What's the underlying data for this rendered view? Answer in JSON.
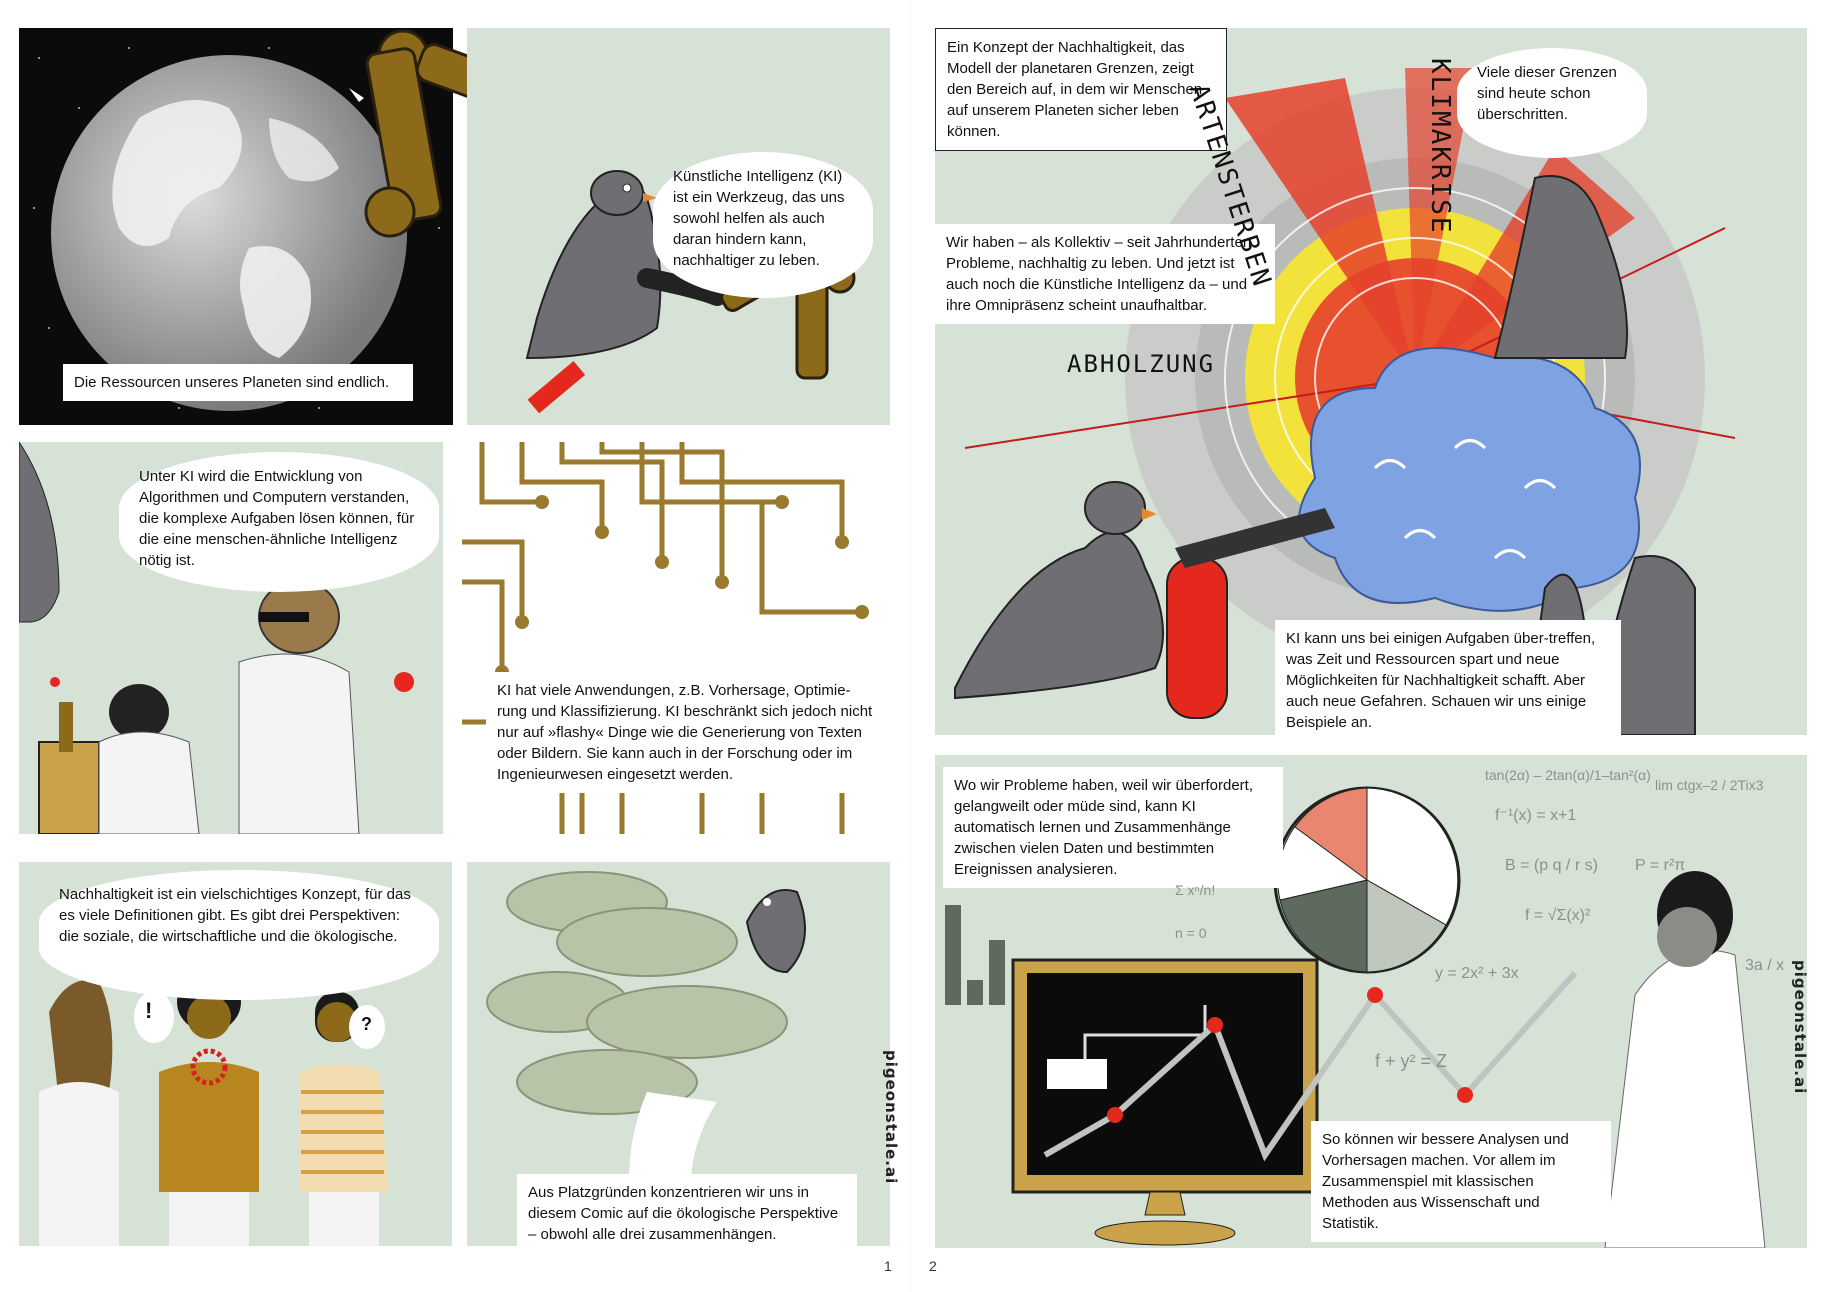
{
  "pages": {
    "left": {
      "page_number": "1",
      "watermark": "pigeonstale.ai",
      "panel1": {
        "caption": "Die Ressourcen unseres Planeten sind endlich."
      },
      "panel2": {
        "bubble": "Künstliche Intelligenz (KI) ist ein Werkzeug, das uns sowohl helfen als auch daran hindern kann, nachhaltiger zu leben."
      },
      "panel3": {
        "bubble": "Unter KI wird die Entwicklung von Algorithmen und Computern verstanden, die komplexe Aufgaben lösen können, für die eine menschen-ähnliche Intelligenz nötig ist."
      },
      "panel4": {
        "caption": "KI hat viele Anwendungen, z.B. Vorhersage, Optimie-rung und Klassifizierung. KI beschränkt sich jedoch nicht nur auf »flashy« Dinge wie die Generierung von Texten oder Bildern. Sie kann auch in der Forschung oder im Ingenieurwesen eingesetzt werden."
      },
      "panel5": {
        "bubble": "Nachhaltigkeit ist ein vielschichtiges Konzept, für das es viele Definitionen gibt. Es gibt drei Perspektiven: die soziale, die wirtschaftliche und die ökologische.",
        "exclaim": "!",
        "question": "?"
      },
      "panel6": {
        "caption": "Aus Platzgründen konzentrieren wir uns in diesem Comic auf die ökologische Perspektive – obwohl alle drei zusammenhängen."
      }
    },
    "right": {
      "page_number": "2",
      "watermark": "pigeonstale.ai",
      "panel1": {
        "caption_top": "Ein Konzept der Nachhaltigkeit, das Modell der planetaren Grenzen, zeigt den Bereich auf, in dem wir Menschen auf unserem Planeten sicher leben können.",
        "caption_middle": "Wir haben – als Kollektiv – seit Jahrhunderten Probleme, nachhaltig zu leben. Und jetzt ist auch noch die Künstliche Intelligenz da – und ihre Omnipräsenz scheint unaufhaltbar.",
        "bubble_pigeon": "Viele dieser Grenzen sind heute schon überschritten.",
        "caption_bottom": "KI kann uns bei einigen Aufgaben über-treffen, was Zeit und Ressourcen spart und neue Möglichkeiten für Nachhaltigkeit schafft. Aber auch neue Gefahren. Schauen wir uns einige Beispiele an.",
        "label_artensterben": "ARTENSTERBEN",
        "label_klimakrise": "KLIMAKRISE",
        "label_abholzung": "ABHOLZUNG"
      },
      "panel2": {
        "caption_top": "Wo wir Probleme haben, weil wir überfordert, gelangweilt oder müde sind, kann KI automatisch lernen und Zusammenhänge zwischen vielen Daten und bestimmten Ereignissen analysieren.",
        "caption_bottom": "So können wir bessere Analysen und Vorhersagen machen. Vor allem im Zusammenspiel mit klassischen Methoden aus Wissenschaft und Statistik.",
        "formulas": [
          "tan(2α) – 2tan(α)/1–tan²(α)",
          "lim ctgx–2 / 2Tix3",
          "f⁻¹(x) = x+1",
          "B = (p q / r s)",
          "P = r²π",
          "Σ xⁿ/n!",
          "n = 0",
          "f = √Σ(x)²",
          "y = 2x² + 3x",
          "f + y² = Z",
          "3a / x"
        ]
      }
    }
  },
  "colors": {
    "panel_green": "#d6e2d6",
    "pigeon_gray": "#6f6f73",
    "robot_brown": "#8c6a1a",
    "circuit_brown": "#9a7a2e",
    "boundary_red": "#e5412c",
    "boundary_yellow": "#f3e23c",
    "cloud_blue": "#7ea2e2",
    "extinguisher_red": "#e4281e"
  }
}
